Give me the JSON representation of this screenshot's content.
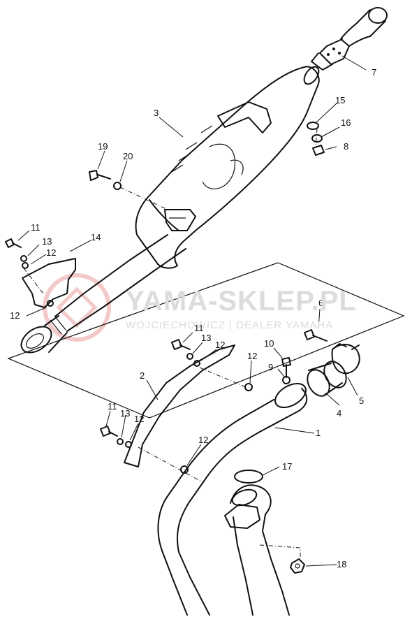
{
  "watermark": {
    "title": "YAMA-SKLEP.PL",
    "subtitle": "WOJCIECHOWICZ | DEALER YAMAHA"
  },
  "callouts": {
    "p1": "1",
    "p2": "2",
    "p3": "3",
    "p4": "4",
    "p5": "5",
    "p6": "6",
    "p7": "7",
    "p8": "8",
    "p9": "9",
    "p10": "10",
    "p11a": "11",
    "p11b": "11",
    "p11c": "11",
    "p12a": "12",
    "p12b": "12",
    "p12c": "12",
    "p12d": "12",
    "p12e": "12",
    "p12f": "12",
    "p13a": "13",
    "p13b": "13",
    "p13c": "13",
    "p14": "14",
    "p15": "15",
    "p16": "16",
    "p17": "17",
    "p18": "18",
    "p19": "19",
    "p20": "20"
  }
}
